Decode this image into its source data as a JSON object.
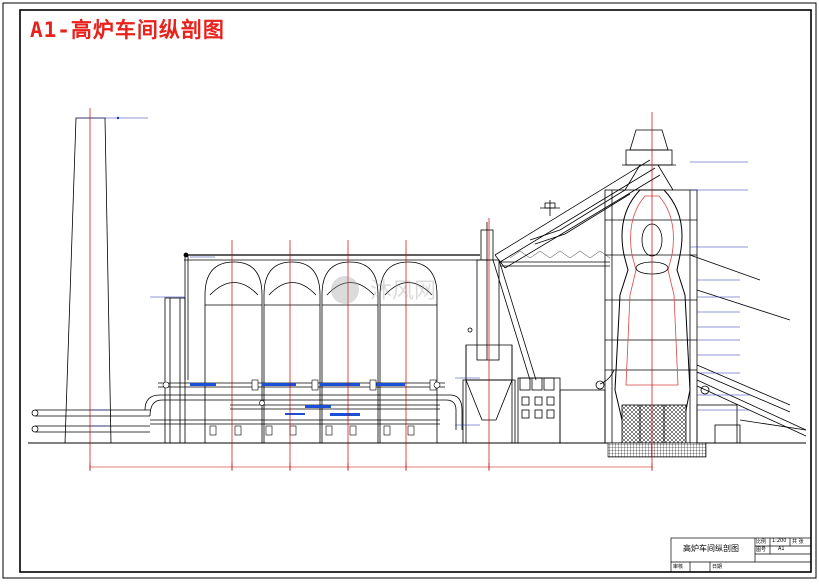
{
  "title": "A1-高炉车间纵剖图",
  "colors": {
    "frame": "#000000",
    "title": "#e8211c",
    "centerline": "#cc0000",
    "pipe_tag": "#1b4fd6"
  },
  "title_block": {
    "drawing_name": "高炉车间纵剖图",
    "scale_label": "比例",
    "scale_value": "1:200",
    "sheet_label": "共 张",
    "number_label": "图号",
    "number_value": "A1",
    "designer_label": "审核",
    "checker_label": "日期"
  },
  "watermark": "沐风网"
}
